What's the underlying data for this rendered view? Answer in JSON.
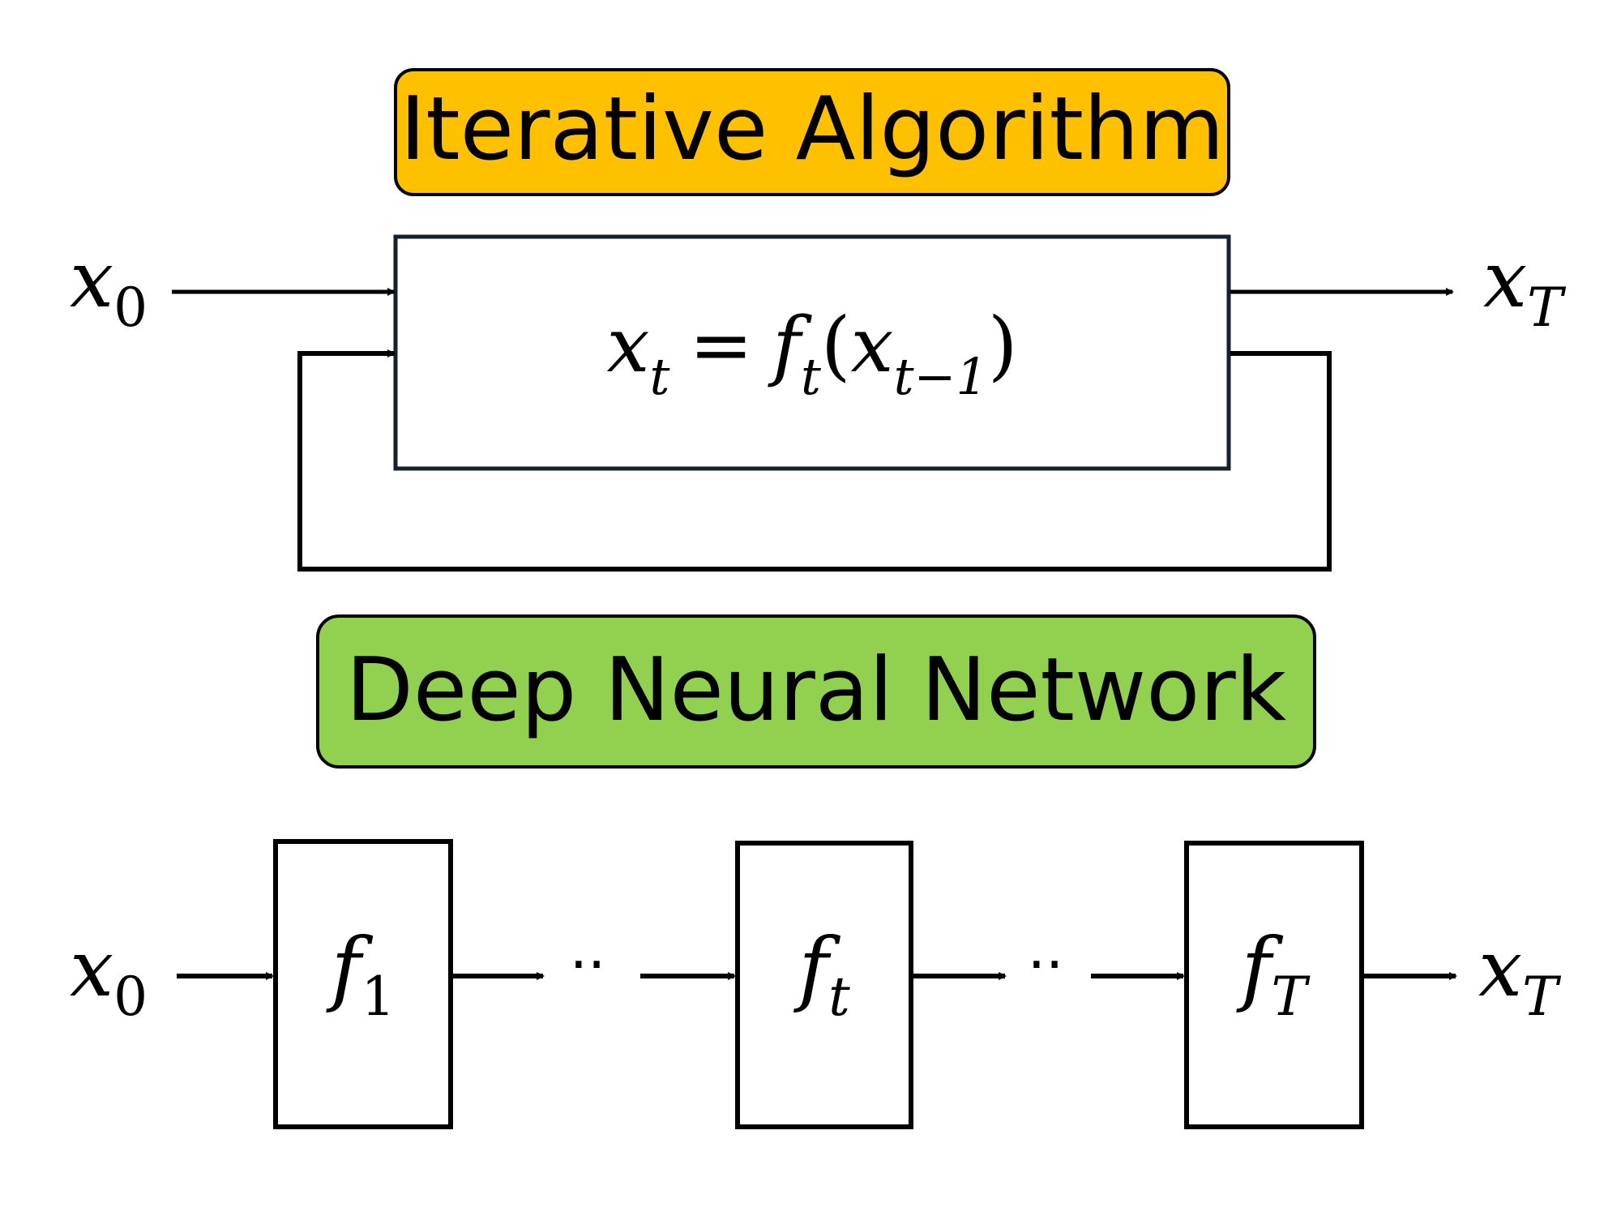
{
  "colors": {
    "iterative_fill": "#FFC000",
    "dnn_fill": "#92D050",
    "stroke": "#000000",
    "box_stroke": "#17212B"
  },
  "iterative": {
    "banner": "Iterative Algorithm",
    "input": {
      "base": "x",
      "sub": "0"
    },
    "output": {
      "base": "x",
      "sub": "T"
    },
    "equation": {
      "lhs_base": "x",
      "lhs_sub": "t",
      "equals": "=",
      "fn_base": "f",
      "fn_sub": "t",
      "open": "(",
      "arg_base": "x",
      "arg_sub": "t−1",
      "close": ")"
    }
  },
  "dnn": {
    "banner": "Deep Neural Network",
    "input": {
      "base": "x",
      "sub": "0"
    },
    "output": {
      "base": "x",
      "sub": "T"
    },
    "layers": [
      {
        "base": "f",
        "sub": "1"
      },
      {
        "base": "f",
        "sub": "t"
      },
      {
        "base": "f",
        "sub": "T"
      }
    ],
    "ellipsis": "··"
  }
}
